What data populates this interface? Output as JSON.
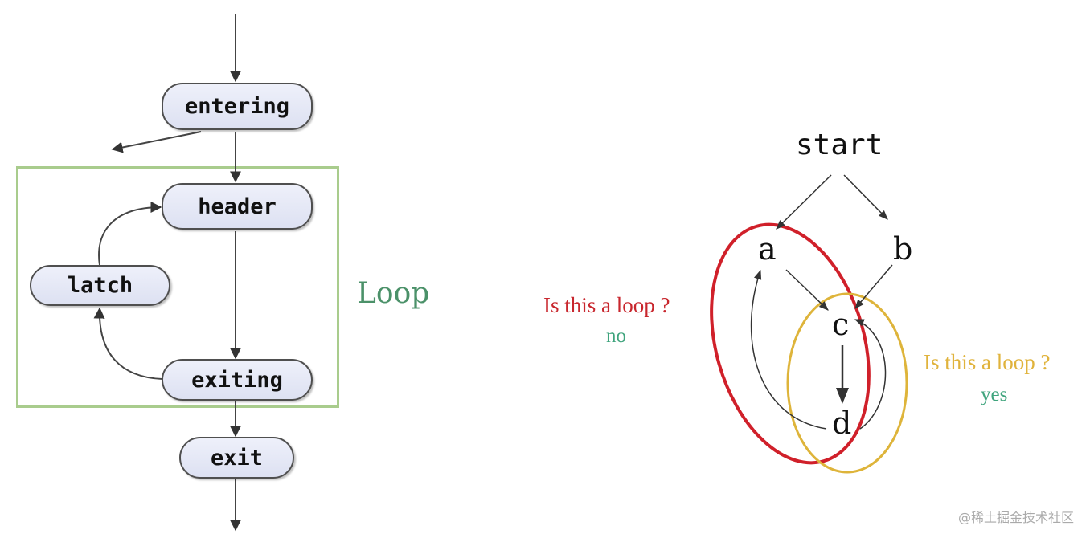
{
  "left_diagram": {
    "nodes": {
      "entering": "entering",
      "header": "header",
      "latch": "latch",
      "exiting": "exiting",
      "exit": "exit"
    },
    "loop_label": "Loop",
    "loop_box_color": "#a9cc8d",
    "loop_label_color": "#4b9169"
  },
  "right_diagram": {
    "start": "start",
    "nodes": {
      "a": "a",
      "b": "b",
      "c": "c",
      "d": "d"
    },
    "question_left": "Is this a loop ?",
    "answer_left": "no",
    "question_right": "Is this a loop ?",
    "answer_right": "yes",
    "colors": {
      "red_ellipse": "#d0202a",
      "yellow_ellipse": "#deb43a",
      "question_left": "#c8262d",
      "question_right": "#e0b33c",
      "answer": "#3fa47d"
    }
  },
  "watermark": "@稀土掘金技术社区"
}
